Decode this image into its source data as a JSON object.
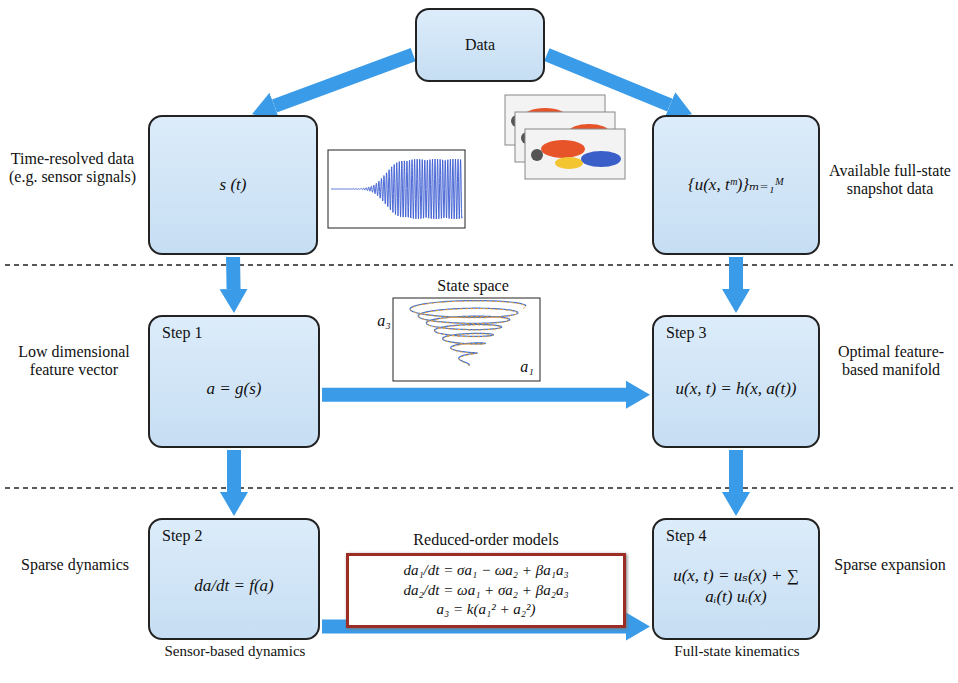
{
  "diagram": {
    "nodes": [
      {
        "text": [
          "Data"
        ]
      },
      {
        "text": [
          "s (t)"
        ]
      },
      {
        "text": [
          "{u(x, tᵐ)}ₘ₌₁ᴹ"
        ]
      },
      {
        "text": [
          "Step 1",
          "a = g(s)"
        ]
      },
      {
        "text": [
          "Step 3",
          "u(x, t) = h(x, a(t))"
        ]
      },
      {
        "text": [
          "Step 2",
          "da/dt = f(a)"
        ]
      },
      {
        "text": [
          "Reduced-order models",
          "da₁/dt = σa₁ − ωa₂ + βa₁a₃",
          "da₂/dt = ωa₁ + σa₂ + βa₂a₃",
          "a₃ = k(a₁² + a₂²)"
        ]
      },
      {
        "text": [
          "Step 4",
          "u(x, t) = uₛ(x) + ∑ aᵢ(t) uᵢ(x)"
        ]
      }
    ],
    "edges": [
      {
        "from": 0,
        "to": 1,
        "arrow": "to"
      },
      {
        "from": 0,
        "to": 2,
        "arrow": "to"
      },
      {
        "from": 1,
        "to": 3,
        "arrow": "to"
      },
      {
        "from": 2,
        "to": 4,
        "arrow": "to"
      },
      {
        "from": 3,
        "to": 4,
        "arrow": "to"
      },
      {
        "from": 3,
        "to": 5,
        "arrow": "to"
      },
      {
        "from": 4,
        "to": 7,
        "arrow": "to"
      },
      {
        "from": 5,
        "to": 7,
        "arrow": "to"
      }
    ],
    "labels": [
      "Time-resolved data (e.g. sensor signals)",
      "Available full-state snapshot data",
      "State space",
      "a₃",
      "a₁",
      "Low dimensional feature vector",
      "Optimal feature-based manifold",
      "Sparse dynamics",
      "Sparse expansion",
      "Sensor-based dynamics",
      "Full-state kinematics"
    ]
  }
}
